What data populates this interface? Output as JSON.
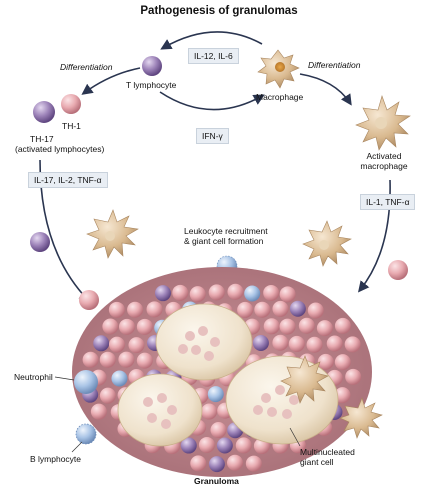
{
  "diagram": {
    "title": "Pathogenesis of granulomas",
    "labels": {
      "differentiation_left": "Differentiation",
      "differentiation_right": "Differentiation",
      "t_lymphocyte": "T lymphocyte",
      "macrophage": "Macrophage",
      "th1": "TH-1",
      "th17_line1": "TH-17",
      "th17_line2": "(activated lymphocytes)",
      "activated_macrophage_line1": "Activated",
      "activated_macrophage_line2": "macrophage",
      "recruitment_line1": "Leukocyte recruitment",
      "recruitment_line2": "& giant cell formation",
      "neutrophil": "Neutrophil",
      "b_lymphocyte": "B lymphocyte",
      "giant_cell_line1": "Multinucleated",
      "giant_cell_line2": "giant cell",
      "granuloma": "Granuloma"
    },
    "cytokine_boxes": {
      "il12_il6": "IL-12, IL-6",
      "ifn_gamma": "IFN-γ",
      "il17_il2_tnf": "IL-17, IL-2, TNF-α",
      "il1_tnf": "IL-1, TNF-α"
    },
    "colors": {
      "lymphocyte_pink": "#e8aab0",
      "lymphocyte_purple": "#8b6fa8",
      "macrophage_tan": "#d9b98f",
      "neutrophil_blue": "#a9c4e6",
      "b_lymphocyte_blue": "#9fc3dd",
      "giant_cell_cream": "#f2e6d3",
      "arrow": "#2a3550",
      "box_fill": "#e9eef4"
    }
  }
}
